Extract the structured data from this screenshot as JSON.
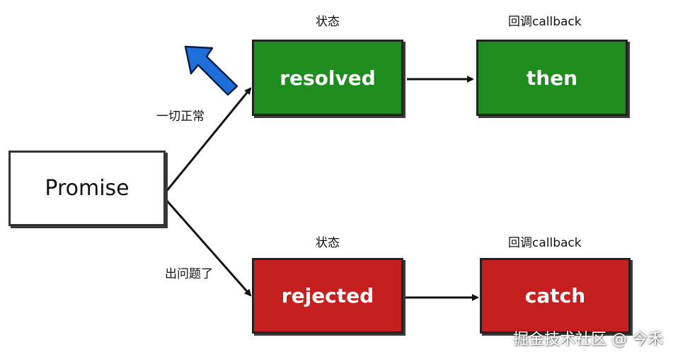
{
  "nodes": {
    "promise": "Promise",
    "resolved": "resolved",
    "then": "then",
    "rejected": "rejected",
    "catch": "catch"
  },
  "labels": {
    "state_top": "状态",
    "callback_top": "回调callback",
    "state_bottom": "状态",
    "callback_bottom": "回调callback",
    "edge_ok": "一切正常",
    "edge_error": "出问题了"
  },
  "watermark": "掘金技术社区 @ 今禾",
  "colors": {
    "green": "#1e8c1e",
    "red": "#c51f1f",
    "pointer_blue": "#1e6fd9"
  },
  "icons": {
    "pointer": "blue-arrow-pointer-icon"
  }
}
